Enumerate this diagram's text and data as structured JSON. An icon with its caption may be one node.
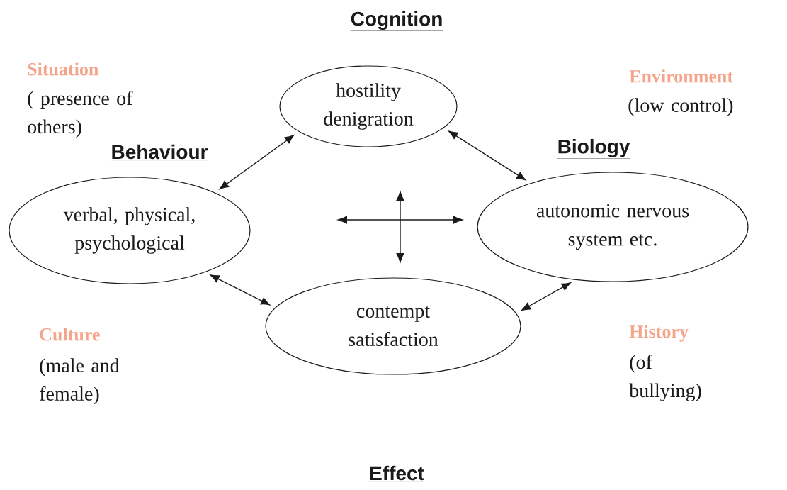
{
  "diagram": {
    "nodes": [
      {
        "text": [
          "Cognition",
          "hostility denigration"
        ]
      },
      {
        "text": [
          "Behaviour",
          "verbal, physical, psychological"
        ]
      },
      {
        "text": [
          "Biology",
          "autonomic nervous system etc."
        ]
      },
      {
        "text": [
          "contempt satisfaction",
          "Effect"
        ]
      }
    ],
    "edges": [
      {
        "from": 1,
        "to": 0,
        "arrow": "both"
      },
      {
        "from": 0,
        "to": 2,
        "arrow": "both"
      },
      {
        "from": 1,
        "to": 3,
        "arrow": "both"
      },
      {
        "from": 3,
        "to": 2,
        "arrow": "both"
      }
    ],
    "labels": [
      "Situation",
      "( presence of others)",
      "Environment",
      "(low control)",
      "Culture",
      "(male and female)",
      "History",
      "(of bullying)"
    ]
  }
}
